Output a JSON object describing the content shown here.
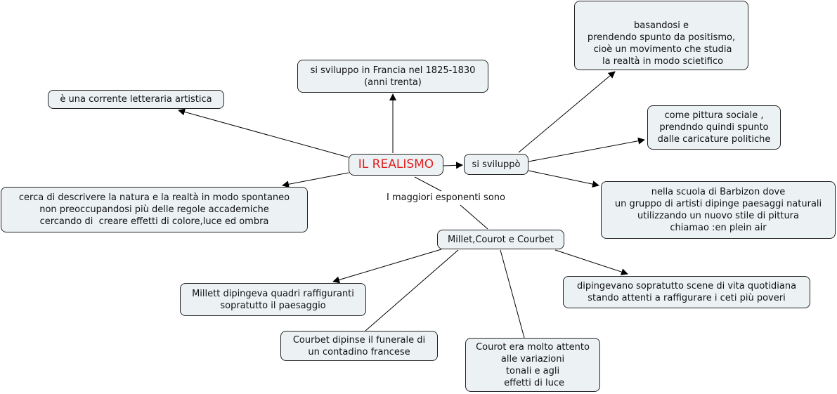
{
  "map": {
    "main": {
      "label": "IL REALISMO",
      "color": "#e02020"
    },
    "nodes": {
      "corrente": "è una corrente letteraria artistica",
      "francia": "si sviluppo in Francia nel 1825-1830\n(anni trenta)",
      "positivismo": "basandosi e\nprendendo spunto da positismo,\n cioè un movimento che studia\n la realtà in modo scietifico",
      "sviluppo": "si sviluppò",
      "pittura_sociale": "come pittura sociale ,\nprendndo quindi spunto\ndalle caricature politiche",
      "barbizon": "nella scuola di Barbizon dove\nun gruppo di artisti dipinge paesaggi naturali\nutilizzando un nuovo stile di pittura\nchiamao :en plein air",
      "descrivere": "cerca di descrivere la natura e la realtà in modo spontaneo\nnon preoccupandosi più delle regole accademiche\ncercando di  creare effetti di colore,luce ed ombra",
      "esponenti": "Millet,Courot e Courbet",
      "millett": "Millett dipingeva quadri raffiguranti\nsopratutto il paesaggio",
      "courbet": "Courbet dipinse il funerale di\nun contadino francese",
      "courot": "Courot era molto attento\nalle variazioni\ntonali e agli\n effetti di luce",
      "scene": "dipingevano sopratutto scene di vita quotidiana\nstando attenti a raffigurare i ceti più poveri"
    },
    "link_phrases": {
      "maggiori": "I maggiori esponenti sono"
    }
  }
}
